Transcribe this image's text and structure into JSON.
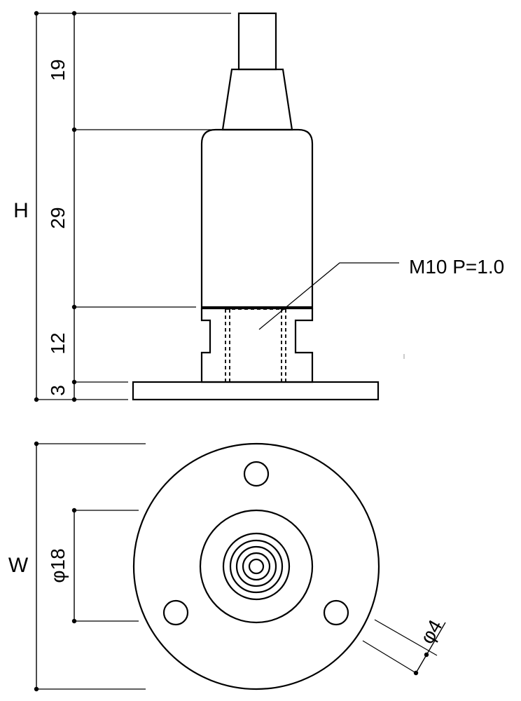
{
  "side_view": {
    "overall_height_label": "H",
    "dim_top": "19",
    "dim_body": "29",
    "dim_neck": "12",
    "dim_base": "3",
    "thread_callout": "M10 P=1.0"
  },
  "plan_view": {
    "overall_width_label": "W",
    "bolt_circle_label": "φ18",
    "hole_label": "φ4"
  },
  "colors": {
    "line": "#000000",
    "background": "#ffffff"
  }
}
